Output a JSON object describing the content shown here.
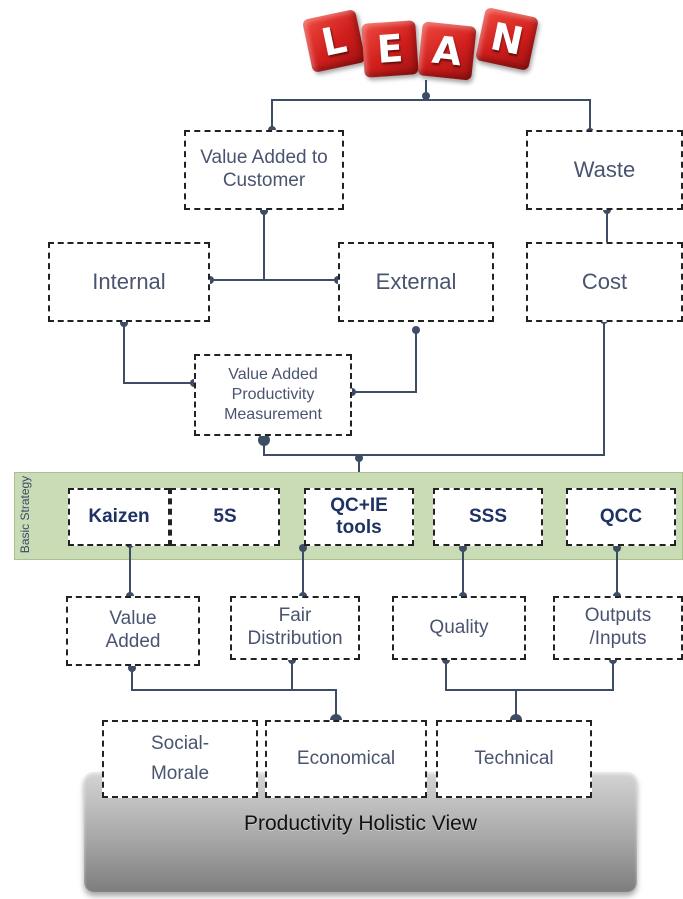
{
  "logo": {
    "letters": [
      "L",
      "E",
      "A",
      "N"
    ]
  },
  "nodes": {
    "value_added_customer": "Value Added to Customer",
    "waste": "Waste",
    "internal": "Internal",
    "external": "External",
    "cost": "Cost",
    "vapm": "Value Added Productivity Measurement"
  },
  "strategy": {
    "label": "Basic Strategy",
    "items": [
      "Kaizen",
      "5S",
      "QC+IE tools",
      "SSS",
      "QCC"
    ]
  },
  "views": {
    "value_added": "Value Added",
    "fair_distribution": "Fair Distribution",
    "quality": "Quality",
    "outputs_inputs": "Outputs /Inputs"
  },
  "aspects": {
    "social_morale": "Social-Morale",
    "economical": "Economical",
    "technical": "Technical"
  },
  "platform": {
    "title": "Productivity Holistic View"
  },
  "colors": {
    "connector": "#3d4d66",
    "cube": "#d42a25",
    "band": "#c9dcb5",
    "strategy_text": "#1f3264"
  }
}
